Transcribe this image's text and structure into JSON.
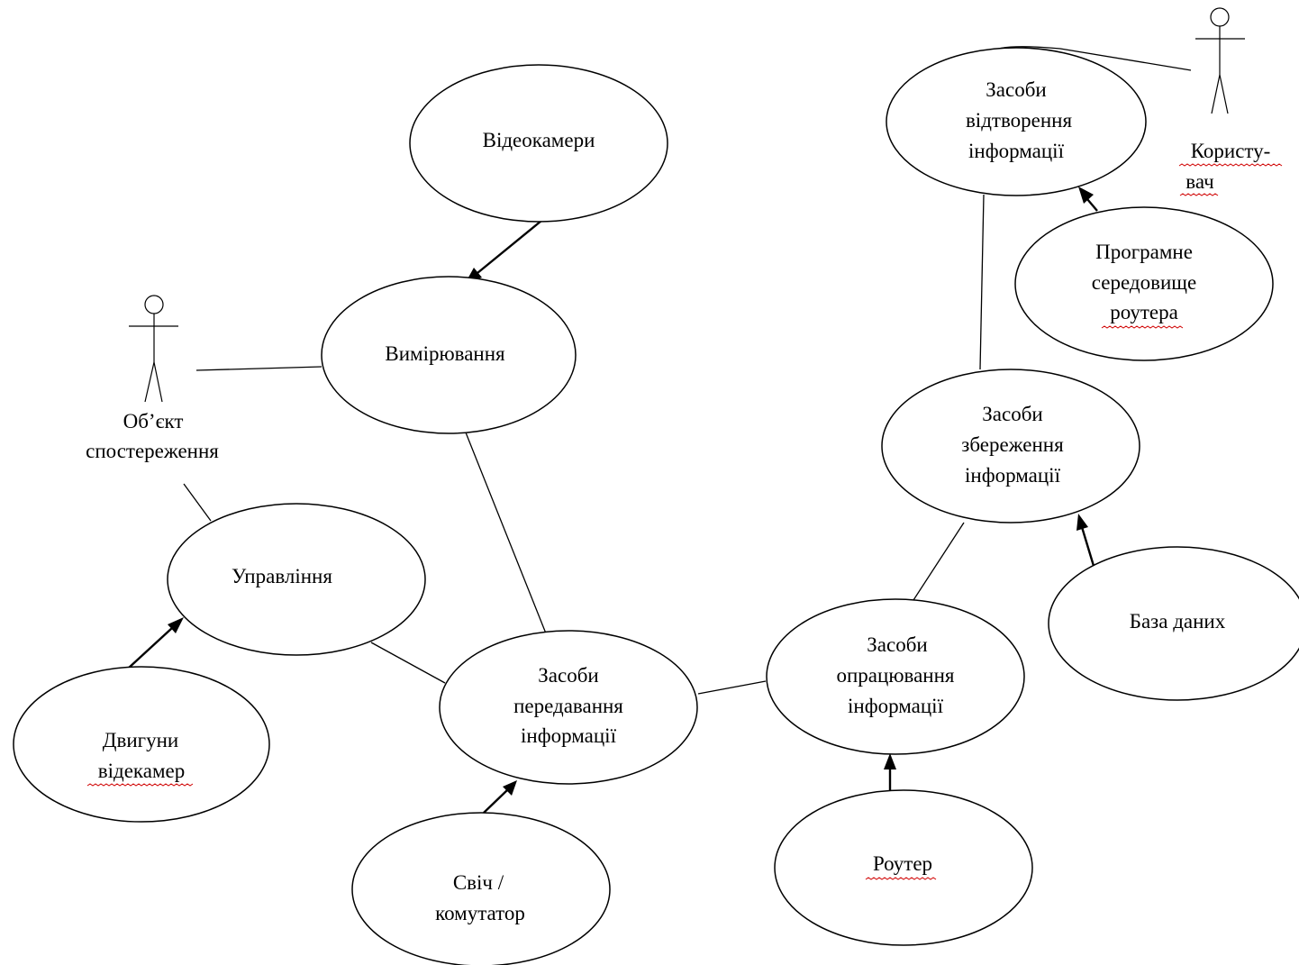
{
  "nodes": {
    "videocameras": {
      "lines": [
        "Відеокамери"
      ]
    },
    "measurement": {
      "lines": [
        "Вимірювання"
      ]
    },
    "control": {
      "lines": [
        "Управління"
      ]
    },
    "motors": {
      "lines": [
        "Двигуни",
        "відекамер"
      ]
    },
    "transmission": {
      "lines": [
        "Засоби",
        "передавання",
        "інформації"
      ]
    },
    "switch": {
      "lines": [
        "Свіч /",
        "комутатор"
      ]
    },
    "processing": {
      "lines": [
        "Засоби",
        "опрацювання",
        "інформації"
      ]
    },
    "router": {
      "lines": [
        "Роутер"
      ]
    },
    "storage": {
      "lines": [
        "Засоби",
        "збереження",
        "інформації"
      ]
    },
    "database": {
      "lines": [
        "База даних"
      ]
    },
    "reproduction": {
      "lines": [
        "Засоби",
        "відтворення",
        "інформації"
      ]
    },
    "router_software": {
      "lines": [
        "Програмне",
        "середовище",
        "роутера"
      ]
    }
  },
  "actors": {
    "observed_object": {
      "lines": [
        "Об’єкт",
        "спостереження"
      ]
    },
    "user": {
      "lines": [
        "Користу-",
        "вач"
      ]
    }
  },
  "colors": {
    "stroke": "#000000",
    "spellcheck_underline": "#d00000"
  }
}
